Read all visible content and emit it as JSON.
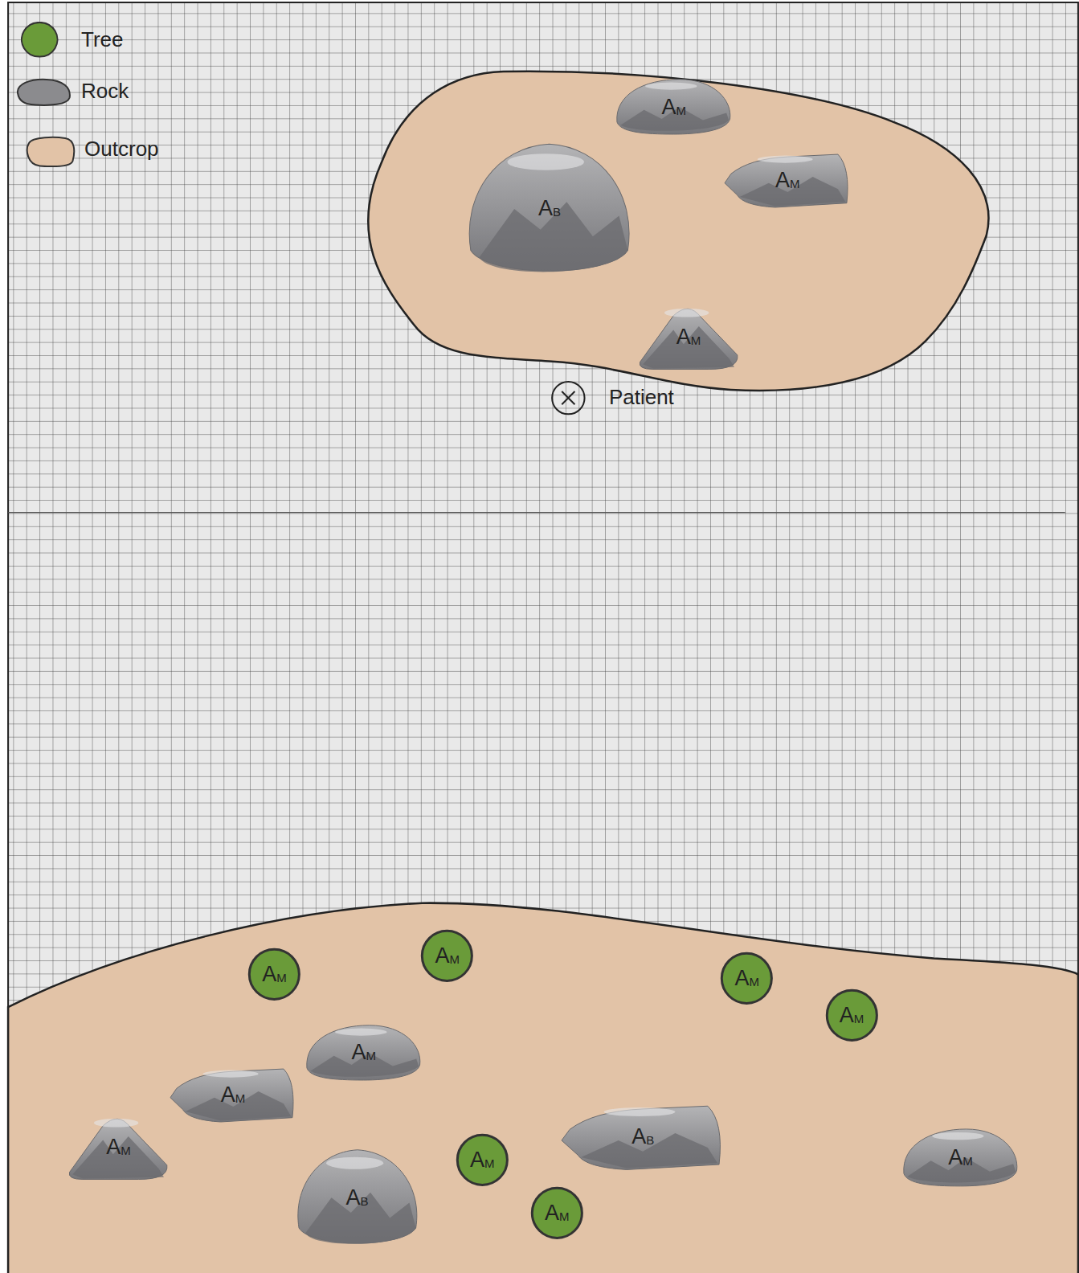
{
  "diagram": {
    "nodes": [
      {
        "text": [
          "A",
          "M"
        ]
      },
      {
        "text": [
          "A",
          "M"
        ]
      },
      {
        "text": [
          "A",
          "B"
        ]
      },
      {
        "text": [
          "A",
          "M"
        ]
      },
      {
        "text": [
          "A",
          "M"
        ]
      },
      {
        "text": [
          "A",
          "M"
        ]
      },
      {
        "text": [
          "A",
          "M"
        ]
      },
      {
        "text": [
          "A",
          "M"
        ]
      },
      {
        "text": [
          "A",
          "M"
        ]
      },
      {
        "text": [
          "A",
          "M"
        ]
      },
      {
        "text": [
          "A",
          "B"
        ]
      },
      {
        "text": [
          "A",
          "M"
        ]
      },
      {
        "text": [
          "A",
          "M"
        ]
      },
      {
        "text": [
          "A",
          "M"
        ]
      },
      {
        "text": [
          "A",
          "B"
        ]
      },
      {
        "text": [
          "A",
          "M"
        ]
      }
    ],
    "labels": [
      "Patient"
    ],
    "legend": [
      {
        "text": "Tree",
        "color": "#6a9b39"
      },
      {
        "text": "Rock",
        "color": "#8b8b8e"
      },
      {
        "text": "Outcrop",
        "color": "#e2c3a7"
      }
    ]
  }
}
